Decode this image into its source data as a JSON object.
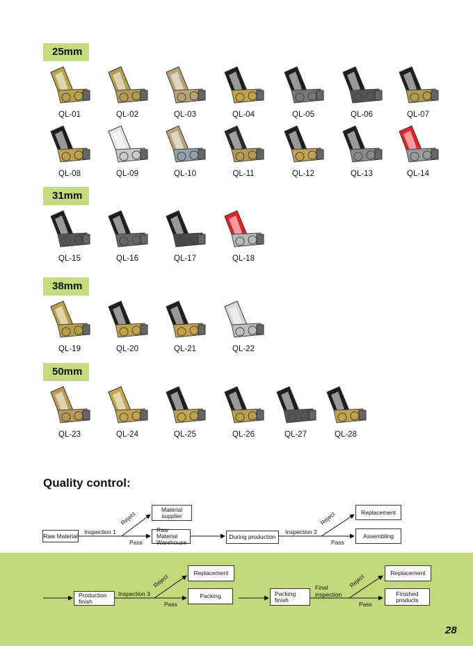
{
  "sections": [
    {
      "label": "25mm",
      "products": [
        "QL-01",
        "QL-02",
        "QL-03",
        "QL-04",
        "QL-05",
        "QL-06",
        "QL-07",
        "QL-08",
        "QL-09",
        "QL-10",
        "QL-11",
        "QL-12",
        "QL-13",
        "QL-14"
      ]
    },
    {
      "label": "31mm",
      "products": [
        "QL-15",
        "QL-16",
        "QL-17",
        "QL-18"
      ]
    },
    {
      "label": "38mm",
      "products": [
        "QL-19",
        "QL-20",
        "QL-21",
        "QL-22"
      ]
    },
    {
      "label": "50mm",
      "products": [
        "QL-23",
        "QL-24",
        "QL-25",
        "QL-26",
        "QL-27",
        "QL-28"
      ]
    }
  ],
  "product_styles": {
    "QL-01": {
      "frame": "#b8a24a",
      "handle": "#b8a24a"
    },
    "QL-02": {
      "frame": "#b39a55",
      "handle": "#b39a55"
    },
    "QL-03": {
      "frame": "#b7a277",
      "handle": "#b7a277"
    },
    "QL-04": {
      "frame": "#c4a24a",
      "handle": "#1e1e1e"
    },
    "QL-05": {
      "frame": "#777777",
      "handle": "#1e1e1e"
    },
    "QL-06": {
      "frame": "#555555",
      "handle": "#1e1e1e"
    },
    "QL-07": {
      "frame": "#b49a4a",
      "handle": "#1e1e1e"
    },
    "QL-08": {
      "frame": "#c0a04a",
      "handle": "#1e1e1e"
    },
    "QL-09": {
      "frame": "#c9c9c9",
      "handle": "#e6e6e6"
    },
    "QL-10": {
      "frame": "#8fa0a6",
      "handle": "#b8a27a"
    },
    "QL-11": {
      "frame": "#b49a55",
      "handle": "#2a2a2a"
    },
    "QL-12": {
      "frame": "#c2a24e",
      "handle": "#1e1e1e"
    },
    "QL-13": {
      "frame": "#8a8a8a",
      "handle": "#1e1e1e"
    },
    "QL-14": {
      "frame": "#9a9a9a",
      "handle": "#e0242c"
    },
    "QL-15": {
      "frame": "#555555",
      "handle": "#1e1e1e"
    },
    "QL-16": {
      "frame": "#666666",
      "handle": "#1e1e1e"
    },
    "QL-17": {
      "frame": "#4a4a4a",
      "handle": "#1e1e1e"
    },
    "QL-18": {
      "frame": "#b8b8b8",
      "handle": "#e0242c"
    },
    "QL-19": {
      "frame": "#b8a04a",
      "handle": "#b8a04a"
    },
    "QL-20": {
      "frame": "#c3a24a",
      "handle": "#1e1e1e"
    },
    "QL-21": {
      "frame": "#c3a24a",
      "handle": "#1e1e1e"
    },
    "QL-22": {
      "frame": "#bdbdbd",
      "handle": "#d6d6d6"
    },
    "QL-23": {
      "frame": "#b89a55",
      "handle": "#b89a55"
    },
    "QL-24": {
      "frame": "#c2a44e",
      "handle": "#c2a44e"
    },
    "QL-25": {
      "frame": "#c2a44e",
      "handle": "#1e1e1e"
    },
    "QL-26": {
      "frame": "#b8a04a",
      "handle": "#1e1e1e"
    },
    "QL-27": {
      "frame": "#555555",
      "handle": "#1e1e1e"
    },
    "QL-28": {
      "frame": "#c2a24a",
      "handle": "#1e1e1e"
    }
  },
  "quality_control": {
    "title": "Quality control:",
    "row1": {
      "raw_material": "Raw Material",
      "inspection_1": "Inspection 1",
      "reject_1": "Reject",
      "pass_1": "Pass",
      "material_supplier": "Material supplier",
      "raw_material_warehouse": "Raw Material Warehouse",
      "during_production": "During production",
      "inspection_2": "Inspection 2",
      "reject_2": "Reject",
      "pass_2": "Pass",
      "replacement": "Replacement",
      "assembling": "Assembling"
    },
    "row2": {
      "production_finish": "Production finish",
      "inspection_3": "Inspection 3",
      "reject_3": "Reject",
      "pass_3": "Pass",
      "replacement_1": "Replacement",
      "packing": "Packing",
      "packing_finish": "Packing finish",
      "final_inspection": "Final inspection",
      "reject_4": "Reject",
      "pass_4": "Pass",
      "replacement_2": "Replacement",
      "finished_products": "Finished products"
    }
  },
  "page_number": "28",
  "colors": {
    "accent_green": "#c5da7c",
    "band_green": "#c3d87a"
  }
}
